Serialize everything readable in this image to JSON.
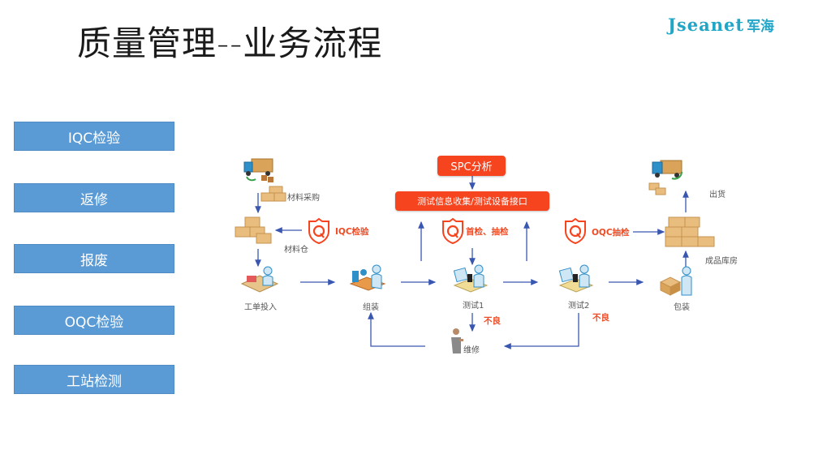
{
  "header": {
    "title": "质量管理--业务流程",
    "logo_en": "Jseanet",
    "logo_cn": "军海"
  },
  "sidebar": {
    "items": [
      {
        "label": "IQC检验"
      },
      {
        "label": "返修"
      },
      {
        "label": "报废"
      },
      {
        "label": "OQC检验"
      },
      {
        "label": "工站检测"
      }
    ]
  },
  "diagram": {
    "spc": "SPC分析",
    "collect": "测试信息收集/测试设备接口",
    "nodes": {
      "purchase": "材料采购",
      "warehouse": "材料仓",
      "work_order": "工单投入",
      "assembly": "组装",
      "test1": "测试1",
      "test2": "测试2",
      "packing": "包装",
      "finished_store": "成品库房",
      "shipping": "出货",
      "repair": "维修"
    },
    "checks": {
      "iqc": "IQC检验",
      "first": "首检、抽检",
      "oqc": "OQC抽检"
    },
    "defect_label": "不良",
    "colors": {
      "accent_red": "#f5441e",
      "arrow_blue": "#3a57b0",
      "button_blue": "#5b9bd5",
      "logo": "#22a6c8"
    }
  }
}
